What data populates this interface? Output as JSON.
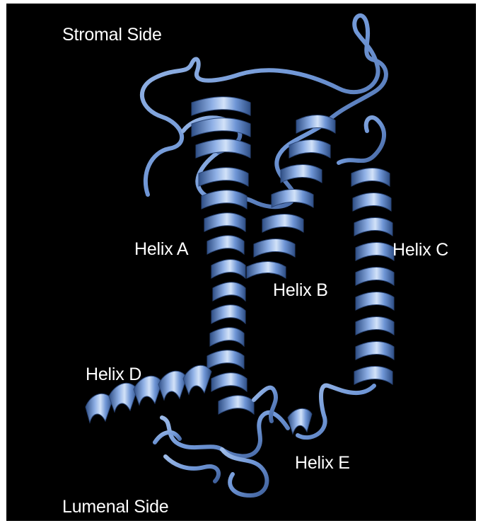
{
  "figure": {
    "background_color": "#000000",
    "ribbon_color": "#6f96d6",
    "ribbon_highlight": "#c9dcf6",
    "ribbon_shadow": "#2f4f86",
    "label_color": "#ffffff"
  },
  "labels": {
    "stromal_side": "Stromal Side",
    "helix_a": "Helix A",
    "helix_b": "Helix B",
    "helix_c": "Helix C",
    "helix_d": "Helix D",
    "helix_e": "Helix E",
    "lumenal_side": "Lumenal Side"
  }
}
